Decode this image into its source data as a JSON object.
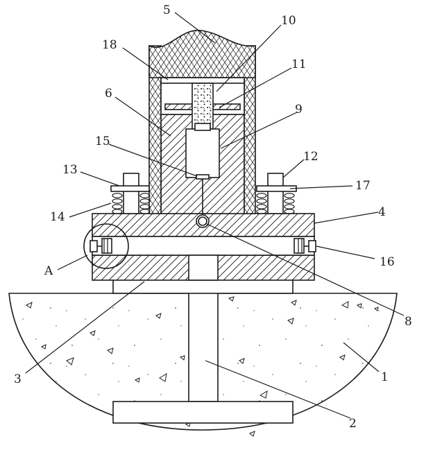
{
  "labels": {
    "l1": "1",
    "l2": "2",
    "l3": "3",
    "l4": "4",
    "l5": "5",
    "l6": "6",
    "l8": "8",
    "l9": "9",
    "l10": "10",
    "l11": "11",
    "l12": "12",
    "l13": "13",
    "l14": "14",
    "l15": "15",
    "l16": "16",
    "l17": "17",
    "l18": "18",
    "lA": "A"
  }
}
